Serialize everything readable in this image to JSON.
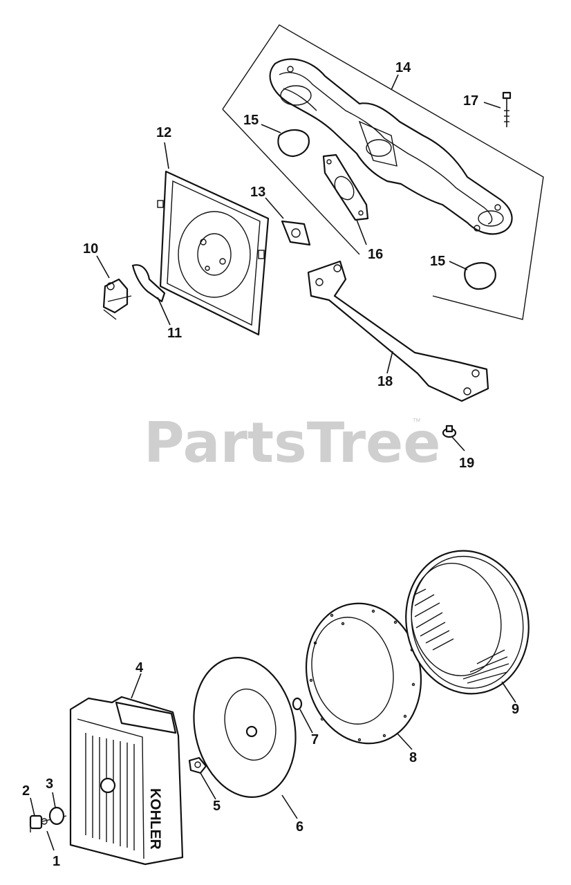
{
  "watermark": {
    "text": "PartsTree",
    "trademark": "™"
  },
  "brand_logo": {
    "text": "KOHLER"
  },
  "callouts": [
    {
      "id": "c1",
      "label": "1"
    },
    {
      "id": "c2",
      "label": "2"
    },
    {
      "id": "c3",
      "label": "3"
    },
    {
      "id": "c4",
      "label": "4"
    },
    {
      "id": "c5",
      "label": "5"
    },
    {
      "id": "c6",
      "label": "6"
    },
    {
      "id": "c7",
      "label": "7"
    },
    {
      "id": "c8",
      "label": "8"
    },
    {
      "id": "c9",
      "label": "9"
    },
    {
      "id": "c10",
      "label": "10"
    },
    {
      "id": "c11",
      "label": "11"
    },
    {
      "id": "c12",
      "label": "12"
    },
    {
      "id": "c13",
      "label": "13"
    },
    {
      "id": "c14",
      "label": "14"
    },
    {
      "id": "c15a",
      "label": "15"
    },
    {
      "id": "c15b",
      "label": "15"
    },
    {
      "id": "c16",
      "label": "16"
    },
    {
      "id": "c17",
      "label": "17"
    },
    {
      "id": "c18",
      "label": "18"
    },
    {
      "id": "c19",
      "label": "19"
    }
  ]
}
